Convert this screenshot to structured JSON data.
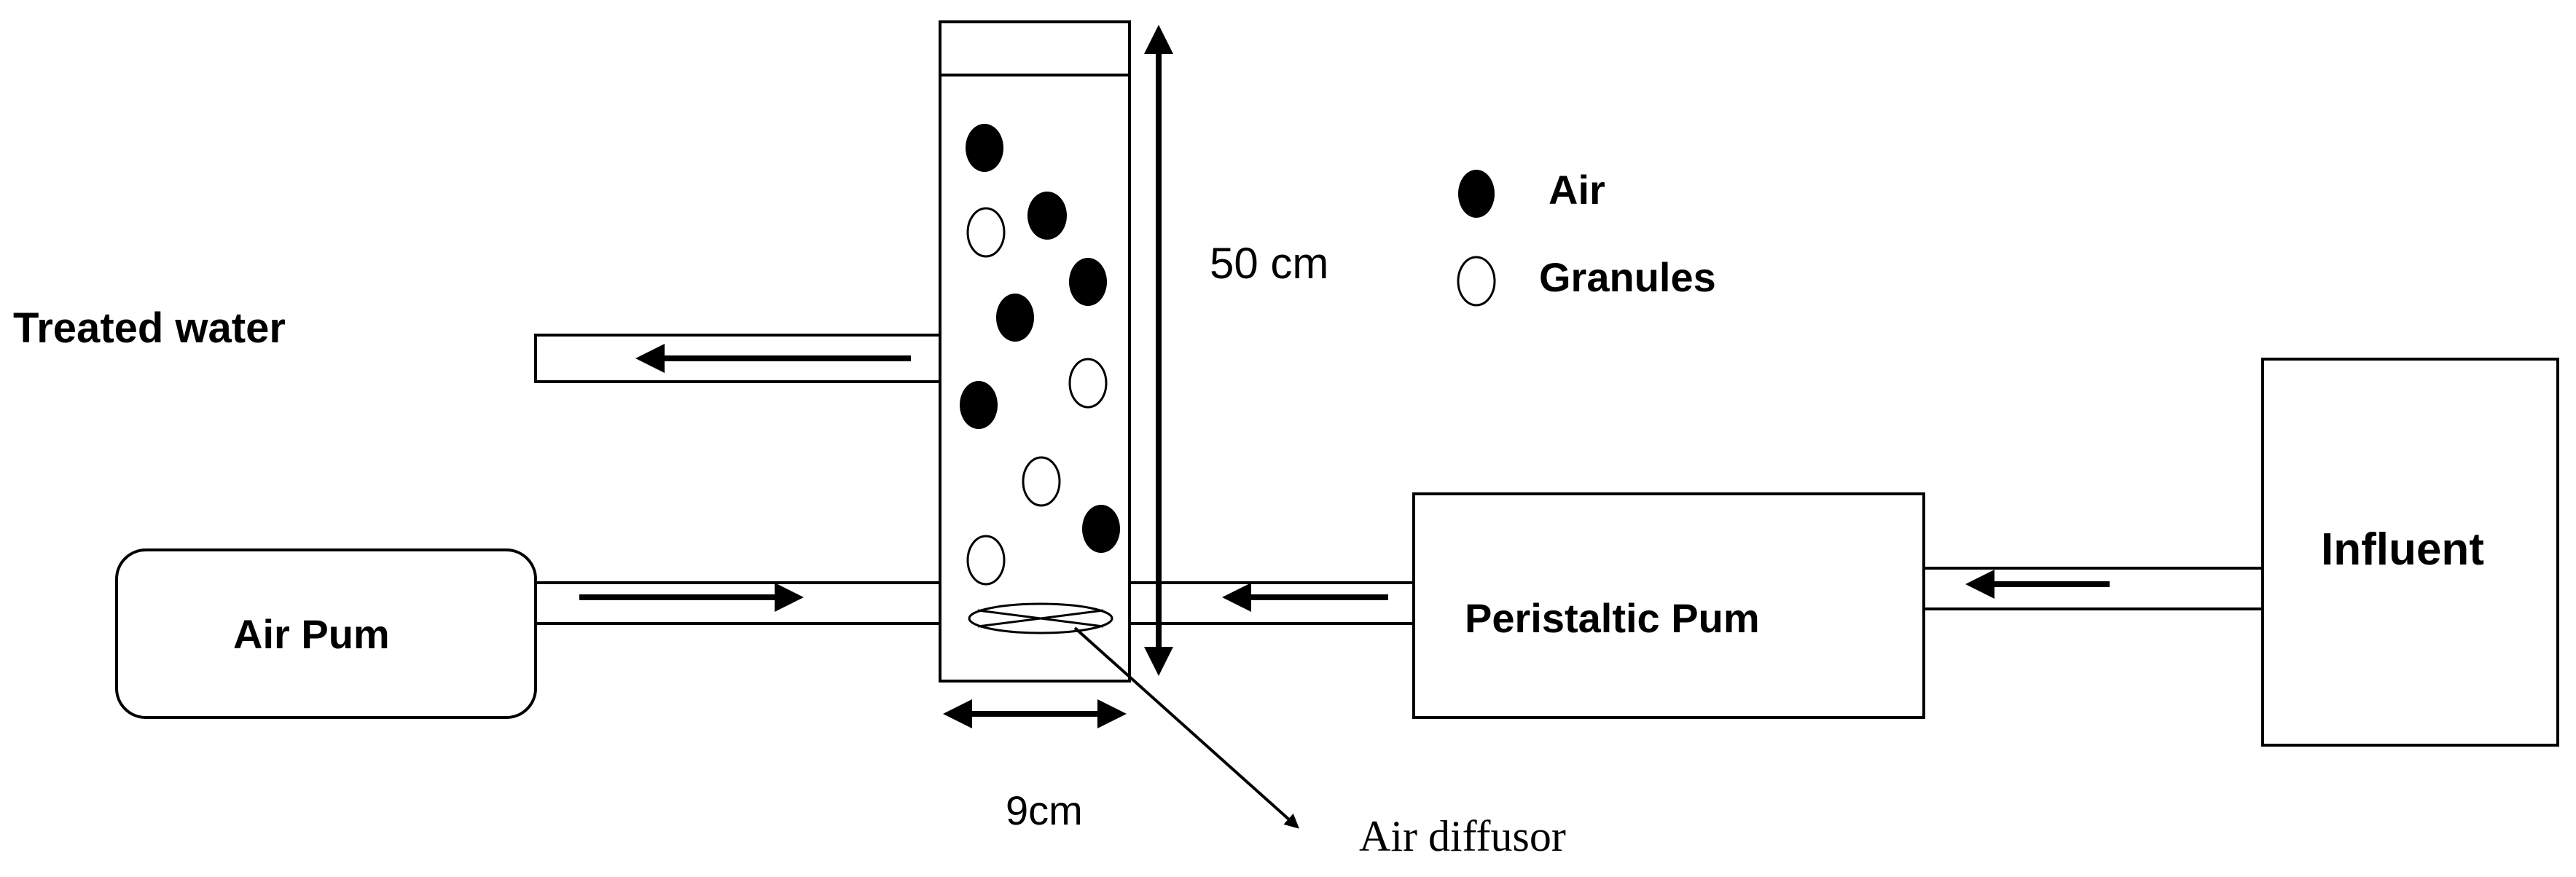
{
  "labels": {
    "treated_water": "Treated water",
    "air_pump": "Air Pum",
    "peristaltic_pump": "Peristaltic Pum",
    "influent": "Influent",
    "height": "50 cm",
    "width": "9cm",
    "air_diffusor": "Air diffusor"
  },
  "legend": {
    "air": "Air",
    "granules": "Granules"
  }
}
